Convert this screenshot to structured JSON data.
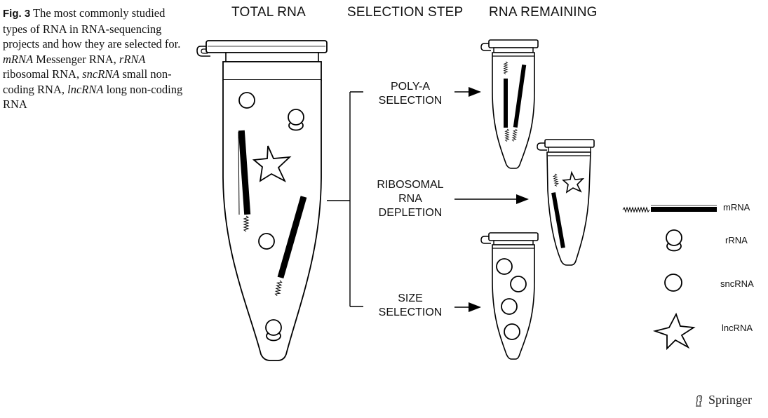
{
  "caption": {
    "fig_label": "Fig. 3",
    "intro": "The most commonly studied types of RNA in RNA-sequencing projects and how they are selected for.",
    "definitions": [
      {
        "abbr": "mRNA",
        "text": "Messenger RNA,"
      },
      {
        "abbr": "rRNA",
        "text": "ribosomal RNA,"
      },
      {
        "abbr": "sncRNA",
        "text": "small non-coding RNA,"
      },
      {
        "abbr": "lncRNA",
        "text": "long non-coding RNA"
      }
    ]
  },
  "headings": {
    "total": "TOTAL RNA",
    "selection": "SELECTION STEP",
    "remaining": "RNA REMAINING"
  },
  "steps": {
    "polya": [
      "POLY-A",
      "SELECTION"
    ],
    "ribo": [
      "RIBOSOMAL",
      "RNA",
      "DEPLETION"
    ],
    "size": [
      "SIZE",
      "SELECTION"
    ]
  },
  "legend": {
    "mrna": "mRNA",
    "rrna": "rRNA",
    "sncrna": "sncRNA",
    "lncrna": "lncRNA"
  },
  "publisher": "Springer",
  "icons": {
    "tube": "microcentrifuge-tube-icon",
    "arrow": "arrow-right-icon",
    "logo": "springer-horse-logo"
  }
}
